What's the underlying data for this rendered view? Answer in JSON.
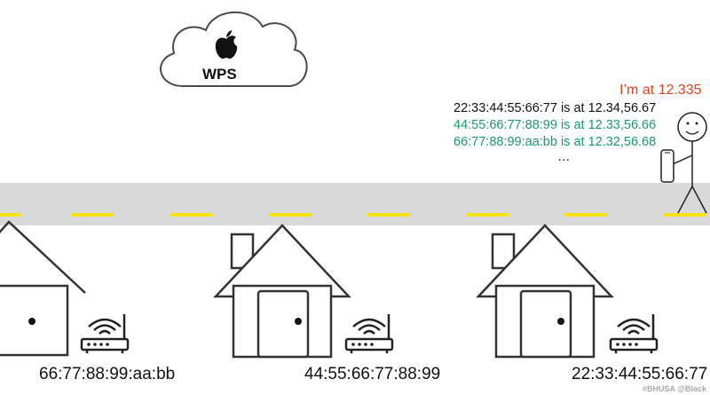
{
  "cloud": {
    "label": "WPS",
    "icon": "apple-logo-icon"
  },
  "person": {
    "speech": "I’m at 12.335",
    "lookups": [
      {
        "text": "22:33:44:55:66:77 is at 12.34,56.67",
        "color": "#111111"
      },
      {
        "text": "44:55:66:77:88:99 is at 12.33,56.66",
        "color": "#1a9a6a"
      },
      {
        "text": "66:77:88:99:aa:bb is at 12.32,56.68",
        "color": "#1a9a6a"
      }
    ],
    "ellipsis": "…"
  },
  "houses": [
    {
      "mac": "66:77:88:99:aa:bb"
    },
    {
      "mac": "44:55:66:77:88:99"
    },
    {
      "mac": "22:33:44:55:66:77"
    }
  ],
  "footer": "#BHUSA  @Black",
  "colors": {
    "road": "#d9d9d9",
    "dash": "#f5e317",
    "speech": "#e8411e",
    "green": "#1a9a6a"
  }
}
